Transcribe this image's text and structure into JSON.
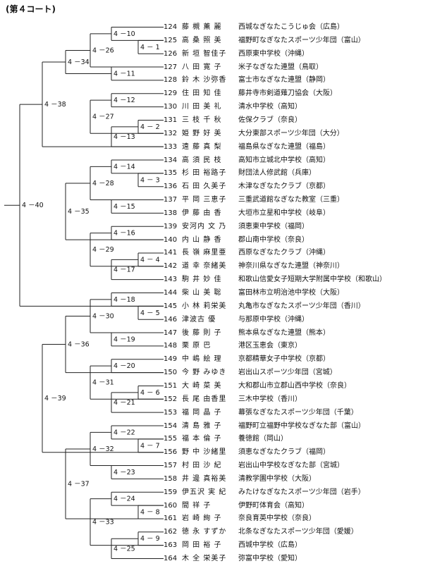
{
  "title": "(第４コート)",
  "entries": [
    {
      "no": "124",
      "name": "藤 槻 薫 麗",
      "team": "西城なぎなたこうじゅ会（広島）"
    },
    {
      "no": "125",
      "name": "高 桑 照 美",
      "team": "福野町なぎなたスポーツ少年団（富山）"
    },
    {
      "no": "126",
      "name": "新 垣 智佳子",
      "team": "西原東中学校（沖縄）"
    },
    {
      "no": "127",
      "name": "八 田 寛 子",
      "team": "米子なぎなた連盟（鳥取）"
    },
    {
      "no": "128",
      "name": "鈴 木 沙弥香",
      "team": "富士市なぎなた連盟（静岡）"
    },
    {
      "no": "129",
      "name": "住 田 知 佳",
      "team": "藤井寺市剣道薙刀協会（大阪）"
    },
    {
      "no": "130",
      "name": "川 田 美 礼",
      "team": "清水中学校（高知）"
    },
    {
      "no": "131",
      "name": "三 枝 千 秋",
      "team": "佐保クラブ（奈良）"
    },
    {
      "no": "132",
      "name": "姫 野 好 美",
      "team": "大分東部スポーツ少年団（大分）"
    },
    {
      "no": "133",
      "name": "遠 藤 真 梨",
      "team": "福島県なぎなた連盟（福島）"
    },
    {
      "no": "134",
      "name": "高 須 民 枝",
      "team": "高知市立城北中学校（高知）"
    },
    {
      "no": "135",
      "name": "杉 田 裕路子",
      "team": "財団法人修武館（兵庫）"
    },
    {
      "no": "136",
      "name": "石 田 久美子",
      "team": "木津なぎなたクラブ（京都）"
    },
    {
      "no": "137",
      "name": "平 岡 三恵子",
      "team": "三重武道館なぎなた教室（三重）"
    },
    {
      "no": "138",
      "name": "伊 藤 由 香",
      "team": "大垣市立星和中学校（岐阜）"
    },
    {
      "no": "139",
      "name": "安河内 文 乃",
      "team": "須恵東中学校（福岡）"
    },
    {
      "no": "140",
      "name": "内 山 静 香",
      "team": "郡山南中学校（奈良）"
    },
    {
      "no": "141",
      "name": "長 嶺 麻里亜",
      "team": "西原なぎなたクラブ（沖縄）"
    },
    {
      "no": "142",
      "name": "道 幸 奈緒美",
      "team": "神奈川県なぎなた連盟（神奈川）"
    },
    {
      "no": "143",
      "name": "駒 井 妙 佳",
      "team": "和歌山信愛女子短期大学附属中学校（和歌山）"
    },
    {
      "no": "144",
      "name": "柴 山 美 聡",
      "team": "富田林市立明治池中学校（大阪）"
    },
    {
      "no": "145",
      "name": "小 林 莉栄美",
      "team": "丸亀市なぎなたスポーツ少年団（香川）"
    },
    {
      "no": "146",
      "name": "津波古 優",
      "team": "与那原中学校（沖縄）"
    },
    {
      "no": "147",
      "name": "後 藤 則 子",
      "team": "熊本県なぎなた連盟（熊本）"
    },
    {
      "no": "148",
      "name": "栗 原 巴",
      "team": "港区玉恵会（東京）"
    },
    {
      "no": "149",
      "name": "中 嶋 絵 理",
      "team": "京都精華女子中学校（京都）"
    },
    {
      "no": "150",
      "name": "今 野 みゆき",
      "team": "岩出山スポーツ少年団（宮城）"
    },
    {
      "no": "151",
      "name": "大 崎 菜 美",
      "team": "大和郡山市立郡山西中学校（奈良）"
    },
    {
      "no": "152",
      "name": "長 尾 由香里",
      "team": "三木中学校（香川）"
    },
    {
      "no": "153",
      "name": "福 岡 晶 子",
      "team": "幕張なぎなたスポーツ少年団（千葉）"
    },
    {
      "no": "154",
      "name": "清 島 雅 子",
      "team": "福野町立福野中学校なぎなた部（富山）"
    },
    {
      "no": "155",
      "name": "福 本 倫 子",
      "team": "養徳館（岡山）"
    },
    {
      "no": "156",
      "name": "野 中 沙緒里",
      "team": "須恵なぎなたクラブ（福岡）"
    },
    {
      "no": "157",
      "name": "村 田 沙 紀",
      "team": "岩出山中学校なぎなた部（宮城）"
    },
    {
      "no": "158",
      "name": "井 邊 真裕美",
      "team": "清教学園中学校（大阪）"
    },
    {
      "no": "159",
      "name": "伊五沢 実 紀",
      "team": "みたけなぎなたスポーツ少年団（岩手）"
    },
    {
      "no": "160",
      "name": "間 祥 子",
      "team": "伊野町体育会（高知）"
    },
    {
      "no": "161",
      "name": "岩 崎 絢 子",
      "team": "奈良育英中学校（奈良）"
    },
    {
      "no": "162",
      "name": "徳 永 すずか",
      "team": "北条なぎなたスポーツ少年団（愛媛）"
    },
    {
      "no": "163",
      "name": "岡 田 裕 子",
      "team": "西城中学校（広島）"
    },
    {
      "no": "164",
      "name": "木 全 栄美子",
      "team": "弥富中学校（愛知）"
    }
  ],
  "matches": [
    {
      "label": "4 －10"
    },
    {
      "label": "4 － 1"
    },
    {
      "label": "4 －26"
    },
    {
      "label": "4 －11"
    },
    {
      "label": "4 －34"
    },
    {
      "label": "4 －12"
    },
    {
      "label": "4 －27"
    },
    {
      "label": "4 － 2"
    },
    {
      "label": "4 －13"
    },
    {
      "label": "4 －38"
    },
    {
      "label": "4 －14"
    },
    {
      "label": "4 － 3"
    },
    {
      "label": "4 －28"
    },
    {
      "label": "4 －15"
    },
    {
      "label": "4 －35"
    },
    {
      "label": "4 －16"
    },
    {
      "label": "4 －29"
    },
    {
      "label": "4 － 4"
    },
    {
      "label": "4 －17"
    },
    {
      "label": "4 －40"
    },
    {
      "label": "4 －18"
    },
    {
      "label": "4 － 5"
    },
    {
      "label": "4 －30"
    },
    {
      "label": "4 －19"
    },
    {
      "label": "4 －36"
    },
    {
      "label": "4 －20"
    },
    {
      "label": "4 －31"
    },
    {
      "label": "4 － 6"
    },
    {
      "label": "4 －21"
    },
    {
      "label": "4 －39"
    },
    {
      "label": "4 －22"
    },
    {
      "label": "4 － 7"
    },
    {
      "label": "4 －32"
    },
    {
      "label": "4 －23"
    },
    {
      "label": "4 －37"
    },
    {
      "label": "4 －24"
    },
    {
      "label": "4 － 8"
    },
    {
      "label": "4 －33"
    },
    {
      "label": "4 － 9"
    },
    {
      "label": "4 －25"
    }
  ]
}
